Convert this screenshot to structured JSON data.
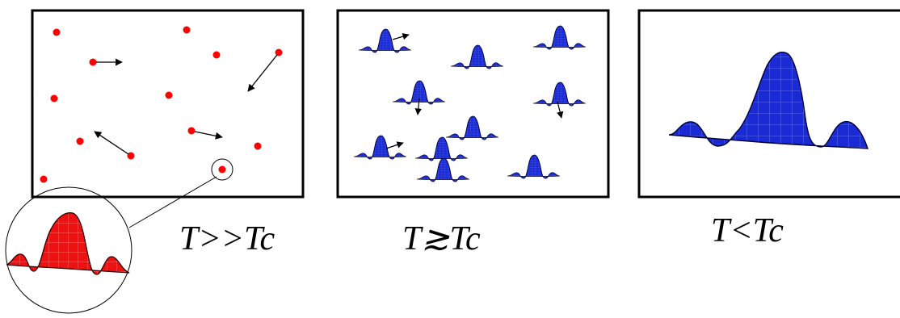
{
  "panels": [
    {
      "label": "T>>Tc"
    },
    {
      "label": "T≳Tc"
    },
    {
      "label": "T<Tc"
    }
  ],
  "colors": {
    "particle": "#ff0000",
    "wavepacket_hot": "#ff0000",
    "wavepacket_cold": "#0000ff",
    "frame": "#000000"
  }
}
